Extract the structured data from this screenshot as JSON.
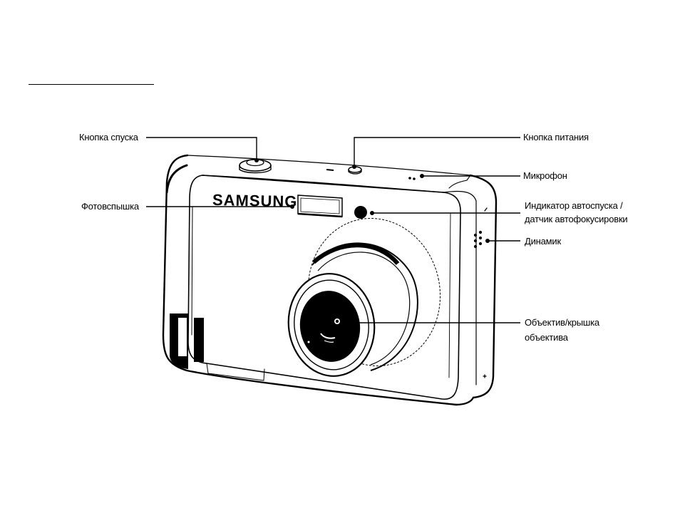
{
  "brand": "SAMSUNG",
  "labels": {
    "shutter_button": "Кнопка спуска",
    "flash": "Фотовспышка",
    "power_button": "Кнопка питания",
    "microphone": "Микрофон",
    "self_timer_line1": "Индикатор автоспуска /",
    "self_timer_line2": "датчик автофокусировки",
    "speaker": "Динамик",
    "lens_line1": "Объектив/крышка",
    "lens_line2": "объектива"
  },
  "colors": {
    "ink": "#000000",
    "paper": "#ffffff"
  }
}
